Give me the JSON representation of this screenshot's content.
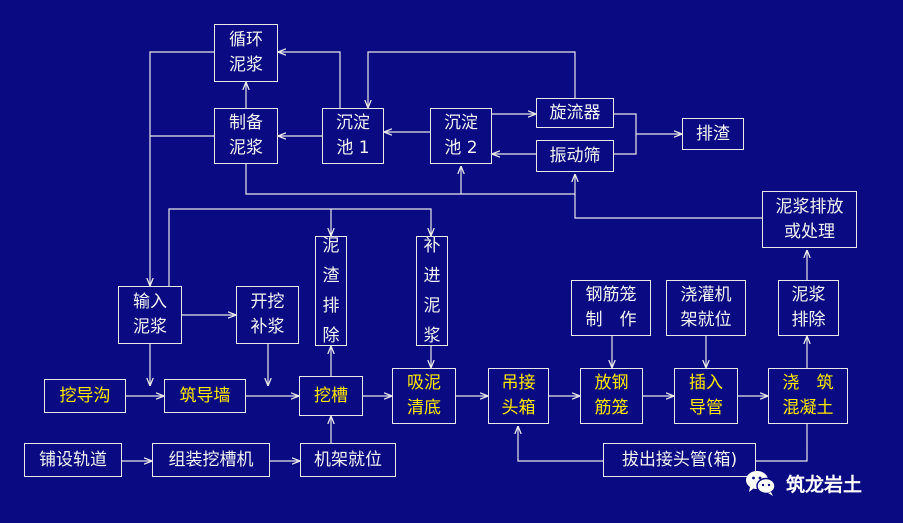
{
  "nodes": {
    "recycle": "循环\n泥浆",
    "prep": "制备\n泥浆",
    "settle1": "沉淀\n池 1",
    "settle2": "沉淀\n池 2",
    "cyclone": "旋流器",
    "shaker": "振动筛",
    "waste": "排渣",
    "discharge": "泥浆排放\n或处理",
    "residue": "泥\n渣\n排\n除",
    "supply": "补\n进\n泥\n浆",
    "input": "输入\n泥浆",
    "reexcavate": "开挖\n补浆",
    "cage_make": "钢筋笼\n制　作",
    "tremie_frame": "浇灌机\n架就位",
    "mud_removal": "泥浆\n排除",
    "guide_trench": "挖导沟",
    "guide_wall": "筑导墙",
    "excavate": "挖槽",
    "clean": "吸泥\n清底",
    "joint": "吊接\n头箱",
    "place_cage": "放钢\n筋笼",
    "insert_pipe": "插入\n导管",
    "pour": "浇　筑\n混凝土",
    "rail": "铺设轨道",
    "assemble": "组装挖槽机",
    "frame": "机架就位",
    "pull_pipe": "拔出接头管(箱)"
  },
  "watermark": {
    "label": "筑龙岩土",
    "icon": "wechat-icon"
  },
  "colors": {
    "background": "#0a0a82",
    "line": "#e8e8e8",
    "highlight": "#ffea00",
    "text": "#f2f2f2"
  }
}
